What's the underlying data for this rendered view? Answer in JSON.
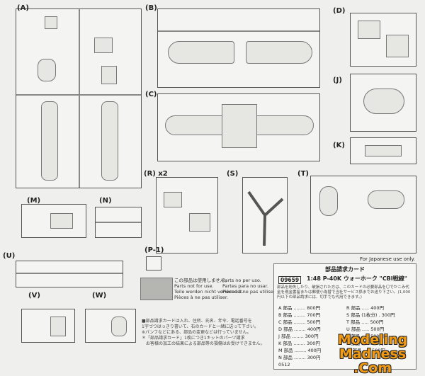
{
  "sprues": {
    "A": {
      "label": "A"
    },
    "B": {
      "label": "B"
    },
    "C": {
      "label": "C"
    },
    "D": {
      "label": "D"
    },
    "J": {
      "label": "J"
    },
    "K": {
      "label": "K"
    },
    "R": {
      "label": "R",
      "multiplier": "x2"
    },
    "S": {
      "label": "S"
    },
    "T": {
      "label": "T"
    },
    "M": {
      "label": "M"
    },
    "N": {
      "label": "N"
    },
    "U": {
      "label": "U"
    },
    "P1": {
      "label": "P-1"
    },
    "V": {
      "label": "V"
    },
    "W": {
      "label": "W"
    }
  },
  "legend": {
    "jp": "この部品は使用しません。",
    "lines": [
      "Parts not for use.",
      "Teile werden nicht verwendet.",
      "Pièces à ne pas utiliser."
    ],
    "lines_right": [
      "Parts no per uso.",
      "Partes para no usar.",
      "Pièces à ne pas utiliser."
    ]
  },
  "order_card": {
    "note": "For Japanese use only.",
    "title": "部品請求カード",
    "code": "09659",
    "scale": "1:48",
    "kit_name": "P-40K ウォーホーク \"CBI戦線\"",
    "intro": "部品を紛失したり、破損された方は、このカードの必要部品を〇でかこみ代金を現金書留または郵便小為替で当社サービス係までお送り下さい。(1,000円以下の部品請求には、切手でも代用できます。)",
    "prices_left": [
      {
        "part": "A 部品",
        "price": "800円"
      },
      {
        "part": "B 部品",
        "price": "700円"
      },
      {
        "part": "C 部品",
        "price": "500円"
      },
      {
        "part": "D 部品",
        "price": "400円"
      },
      {
        "part": "J 部品",
        "price": "300円"
      },
      {
        "part": "K 部品",
        "price": "300円"
      },
      {
        "part": "M 部品",
        "price": "400円"
      },
      {
        "part": "N 部品",
        "price": "300円"
      }
    ],
    "prices_right": [
      {
        "part": "R 部品",
        "price": "400円"
      },
      {
        "part": "S 部品 (1枚分)",
        "price": "300円"
      },
      {
        "part": "T 部品",
        "price": "500円"
      },
      {
        "part": "U 部品",
        "price": "500円"
      },
      {
        "part": "V 部品",
        "price": "500円"
      },
      {
        "part": "P 部品",
        "price": "500円"
      },
      {
        "part": "W 部品",
        "price": "500円"
      }
    ],
    "footer_code": "0512"
  },
  "jp_notes": [
    "■部品請求カードは入れ、住所、氏名、年令、電話番号を",
    "1字づつはっきり書いて、右のカードと一緒に送って下さい。",
    "※パンフなどにある、部品の変更などは行っていません。",
    "＊「部品請求カード」1枚につき1キットのパーツ請求",
    "　お客様の加工の結果による部品等の損傷はお受けできません。"
  ],
  "watermark": {
    "line1": "Modeling",
    "line2": "Madness",
    "line3": ".Com"
  }
}
